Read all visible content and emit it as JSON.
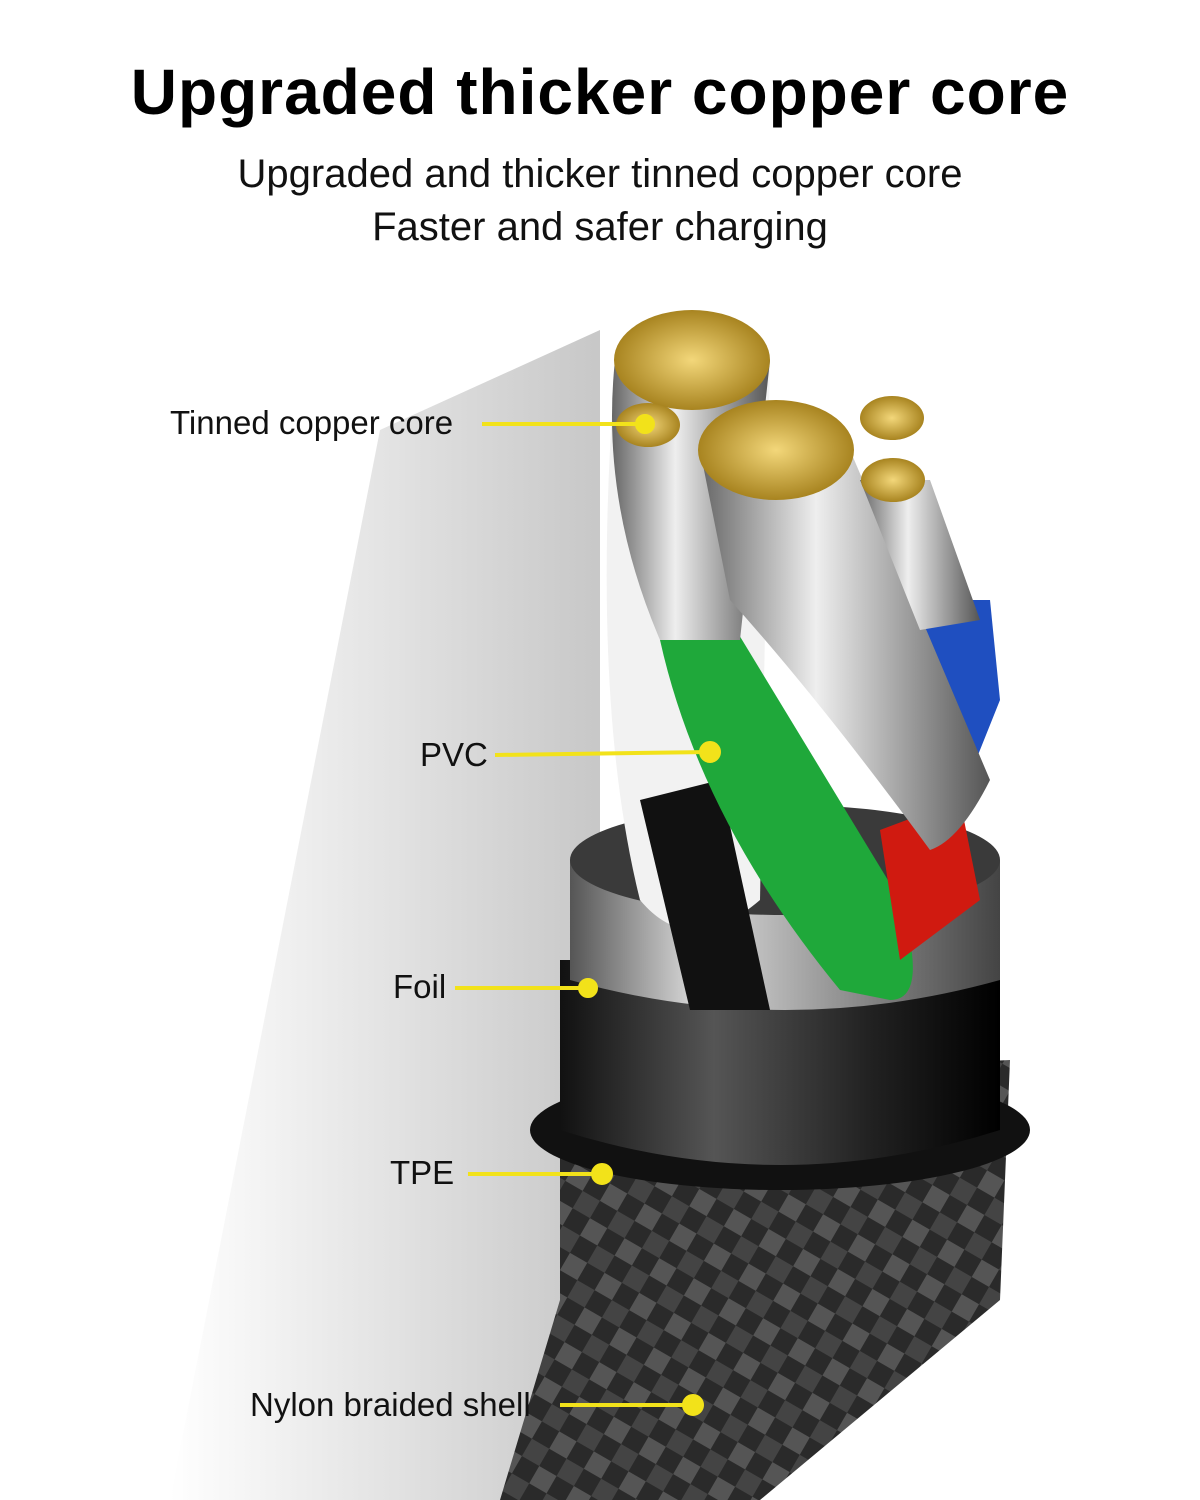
{
  "title": "Upgraded thicker copper core",
  "subtitle_lines": [
    "Upgraded and thicker tinned copper core",
    "Faster and safer charging"
  ],
  "labels": {
    "tinned_copper_core": "Tinned copper core",
    "pvc": "PVC",
    "foil": "Foil",
    "tpe": "TPE",
    "nylon_braided_shell": "Nylon braided shell"
  },
  "colors": {
    "leader_line": "#f2e21a",
    "wire_green": "#1fa83a",
    "wire_blue": "#1f4fc0",
    "wire_red": "#d01a10",
    "copper": "#d9b84a"
  }
}
